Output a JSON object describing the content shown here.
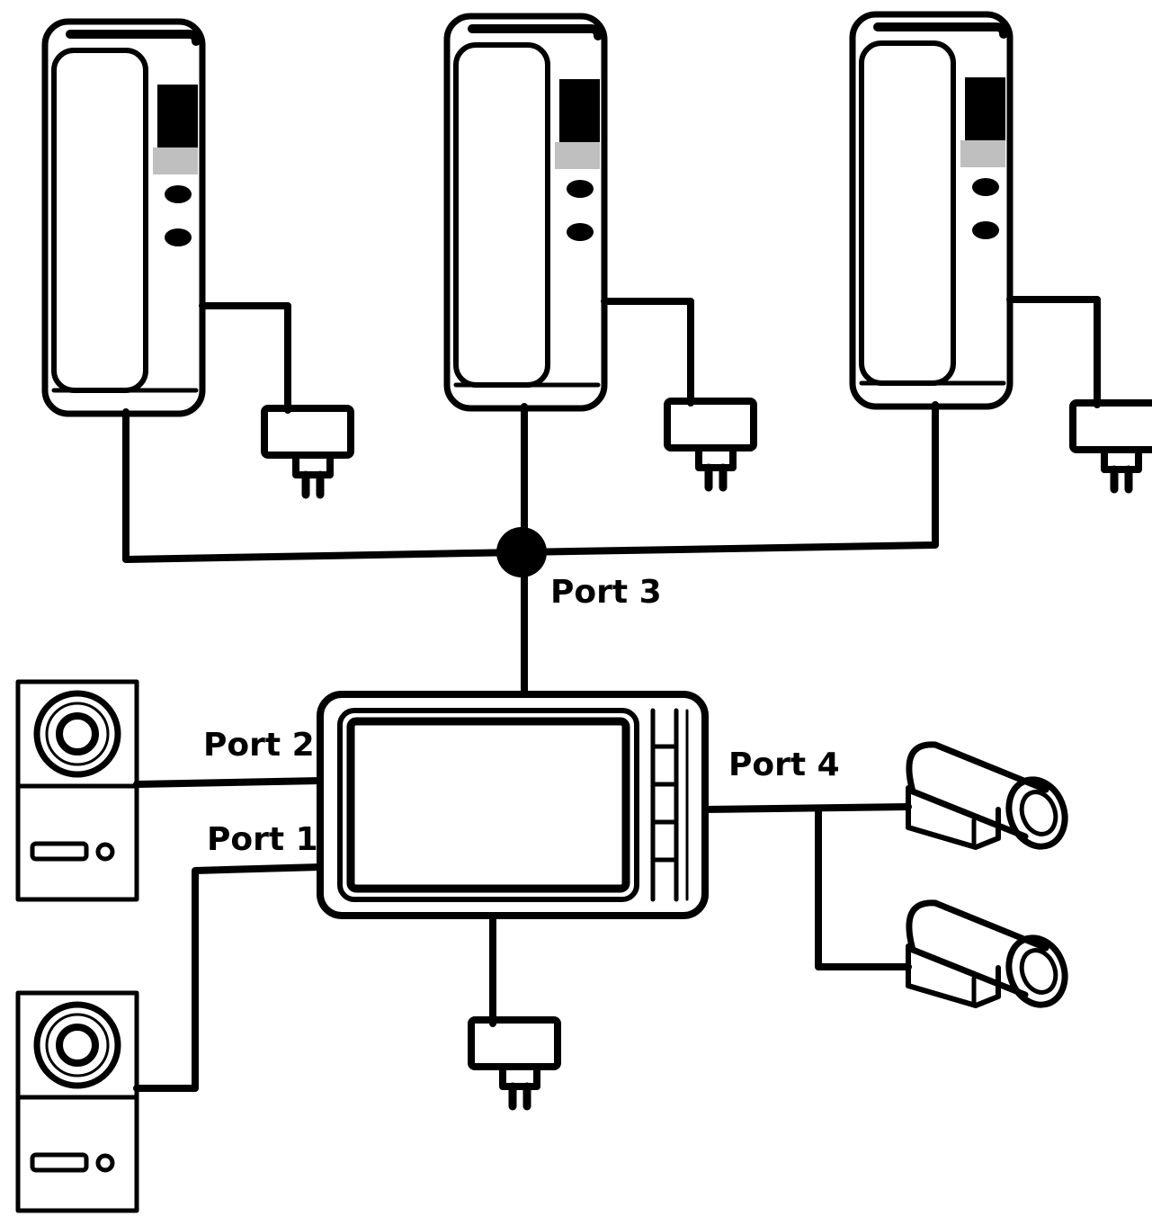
{
  "diagram": {
    "ports": {
      "port1": "Port 1",
      "port2": "Port 2",
      "port3": "Port 3",
      "port4": "Port 4"
    },
    "icons": {
      "handset": "intercom-handset-icon",
      "adapter": "power-adapter-icon",
      "monitor": "video-monitor-icon",
      "door_station": "door-station-icon",
      "camera": "cctv-camera-icon"
    },
    "colors": {
      "line": "#000000",
      "background": "#ffffff"
    }
  }
}
